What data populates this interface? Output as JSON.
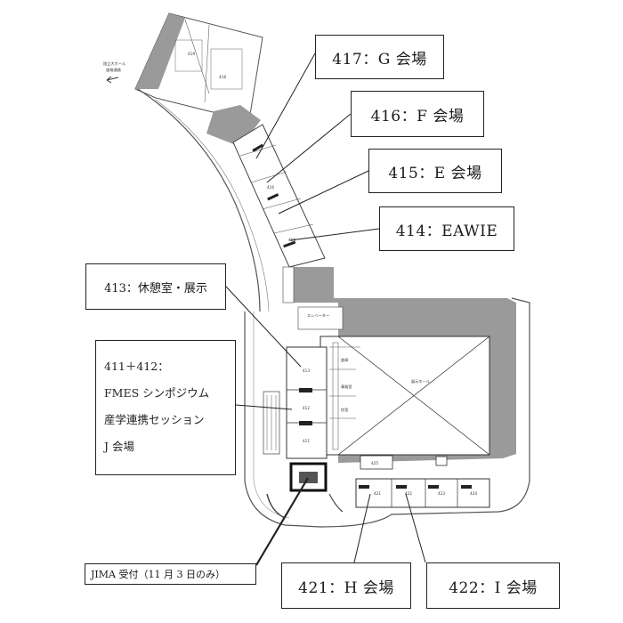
{
  "venues": [
    {
      "id": "417",
      "text": "417：G 会場"
    },
    {
      "id": "416",
      "text": "416：F 会場"
    },
    {
      "id": "415",
      "text": "415：E 会場"
    },
    {
      "id": "414",
      "text": "414：EAWIE"
    },
    {
      "id": "413",
      "text": "413：休憩室・展示"
    },
    {
      "id": "421",
      "text": "421：H 会場"
    },
    {
      "id": "422",
      "text": "422：I 会場"
    }
  ],
  "combined_box": {
    "lines": [
      "411＋412：",
      "FMES シンポジウム",
      "産学連携セッション",
      "J 会場"
    ]
  },
  "reception": "JIMA 受付（11 月 3 日のみ）",
  "map_labels": {
    "kokuritsu": "国立大ホール",
    "renraku": "連絡通路",
    "r419": "419",
    "r418": "418",
    "r416": "416",
    "r414": "414",
    "r413": "413",
    "r412": "412",
    "r411": "411",
    "r425": "425",
    "r421": "421",
    "r422": "422",
    "r424": "424",
    "r423": "423",
    "exhibition_hall": "展示ホール",
    "ev": "エレベーター",
    "storage": "倉庫",
    "office": "事務室",
    "waiting": "控室"
  },
  "colors": {
    "wall": "#9a9a9a",
    "line": "#222222",
    "background": "#ffffff"
  }
}
